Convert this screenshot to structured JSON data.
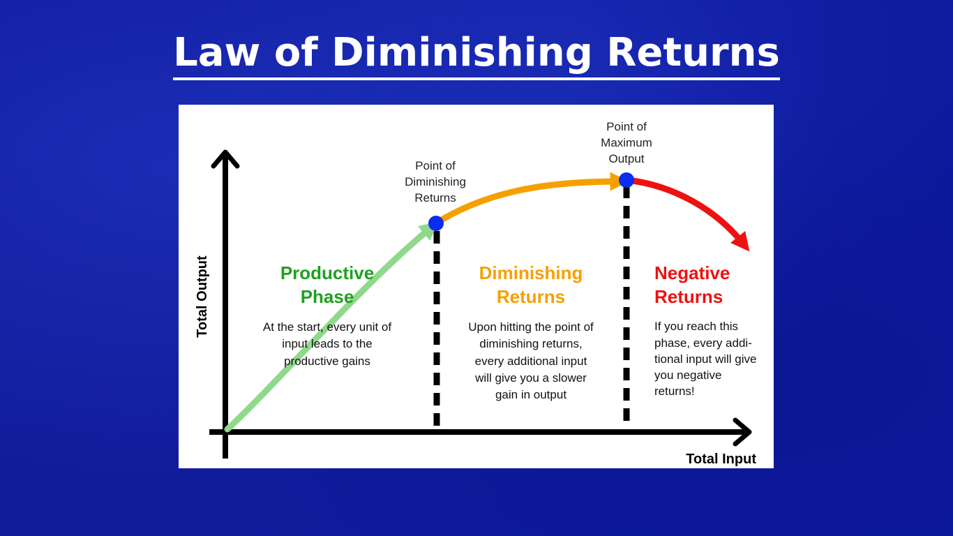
{
  "slide": {
    "title": "Law of Diminishing Returns"
  },
  "diagram": {
    "axes": {
      "y_label": "Total Output",
      "x_label": "Total Input"
    },
    "points": {
      "diminishing": [
        "Point of",
        "Diminishing",
        "Returns"
      ],
      "maximum": [
        "Point of",
        "Maximum",
        "Output"
      ]
    },
    "phases": [
      {
        "heading": [
          "Productive",
          "Phase"
        ],
        "color": "#20a020",
        "body": [
          "At the start, every unit of",
          "input leads to the",
          "productive gains"
        ]
      },
      {
        "heading": [
          "Diminishing",
          "Returns"
        ],
        "color": "#f5a000",
        "body": [
          "Upon hitting the point of",
          "diminishing returns,",
          "every additional input",
          "will give you a slower",
          "gain in output"
        ]
      },
      {
        "heading": [
          "Negative",
          "Returns"
        ],
        "color": "#ee1111",
        "body": [
          "If you reach this",
          "phase, every addi-",
          "tional input will give",
          "you negative",
          "returns!"
        ]
      }
    ],
    "colors": {
      "curve_productive": "#8fd98a",
      "curve_diminishing": "#f5a000",
      "curve_negative": "#ee1111",
      "marker": "#0a2bf0",
      "axis": "#000000"
    }
  }
}
